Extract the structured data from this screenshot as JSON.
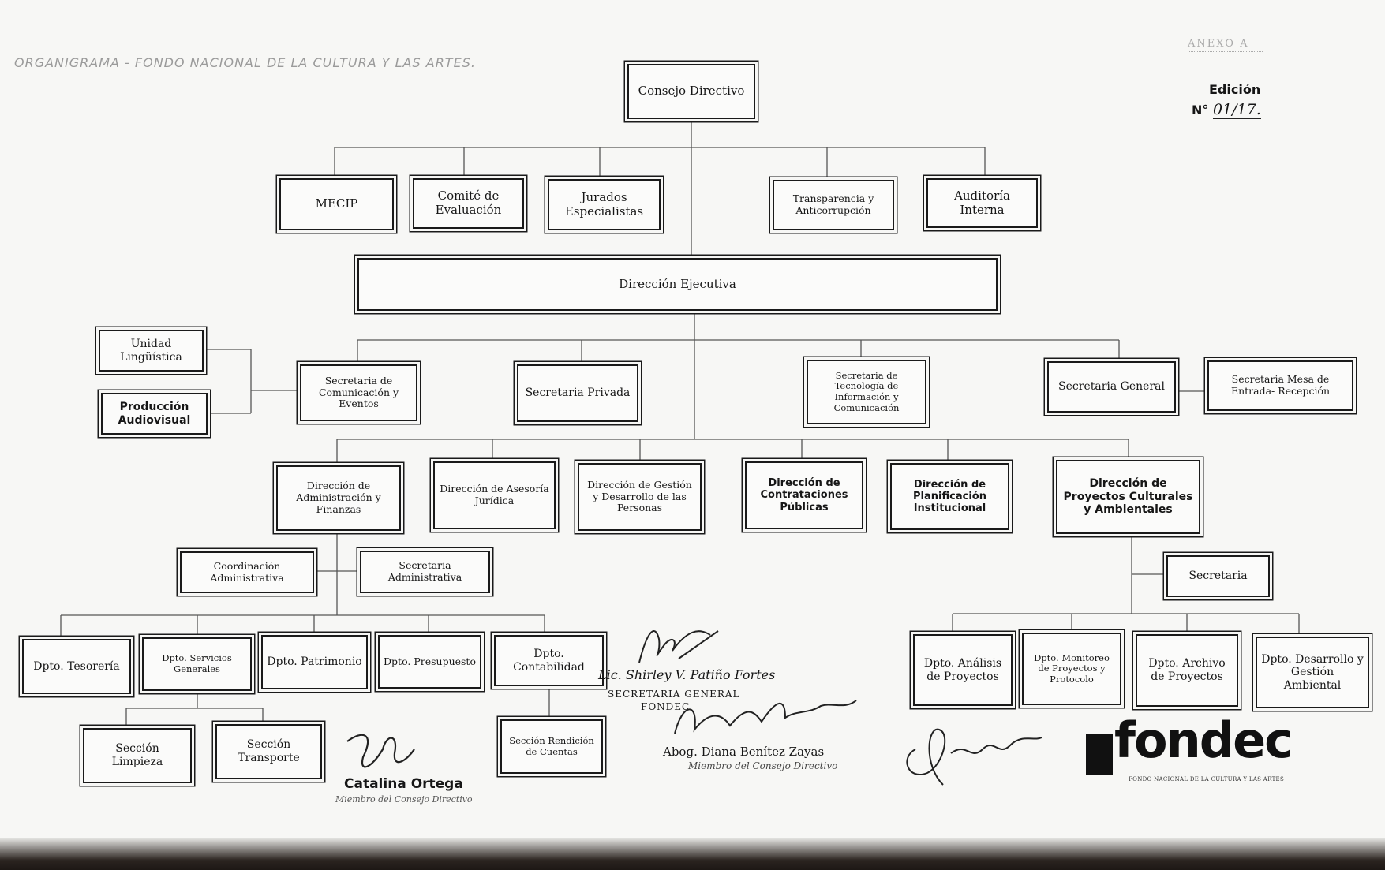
{
  "header": {
    "title": "ORGANIGRAMA - FONDO NACIONAL DE LA CULTURA Y LAS ARTES.",
    "annex": "ANEXO A",
    "edicion_label": "Edición",
    "edicion_number_prefix": "N°",
    "edicion_number": "01/17."
  },
  "chart": {
    "consejo": "Consejo Directivo",
    "mecip": "MECIP",
    "comite": "Comité de Evaluación",
    "jurados": "Jurados Especialistas",
    "transparencia": "Transparencia y Anticorrupción",
    "auditoria": "Auditoría Interna",
    "direccion_ejecutiva": "Dirección Ejecutiva",
    "unidad_linguistica": "Unidad Lingüística",
    "produccion_audiovisual": "Producción Audiovisual",
    "sec_comunicacion": "Secretaria de Comunicación y Eventos",
    "sec_privada": "Secretaria Privada",
    "sec_tecnologia": "Secretaria de Tecnología de Información y Comunicación",
    "sec_general": "Secretaria General",
    "sec_mesa_entrada": "Secretaria Mesa de Entrada- Recepción",
    "dir_admin": "Dirección de Administración y Finanzas",
    "dir_juridica": "Dirección de Asesoría Jurídica",
    "dir_gestion": "Dirección de Gestión y Desarrollo de las Personas",
    "dir_contrataciones": "Dirección de Contrataciones Públicas",
    "dir_planificacion": "Dirección de Planificación Institucional",
    "dir_proyectos": "Dirección de Proyectos Culturales y Ambientales",
    "coord_admin": "Coordinación Administrativa",
    "sec_admin": "Secretaria Administrativa",
    "secretaria": "Secretaria",
    "dpto_tesoreria": "Dpto. Tesorería",
    "dpto_servicios": "Dpto. Servicios Generales",
    "dpto_patrimonio": "Dpto. Patrimonio",
    "dpto_presupuesto": "Dpto. Presupuesto",
    "dpto_contabilidad": "Dpto. Contabilidad",
    "seccion_limpieza": "Sección Limpieza",
    "seccion_transporte": "Sección Transporte",
    "seccion_rendicion": "Sección Rendición de Cuentas",
    "dpto_analisis": "Dpto. Análisis de Proyectos",
    "dpto_monitoreo": "Dpto. Monitoreo de Proyectos y Protocolo",
    "dpto_archivo": "Dpto. Archivo de Proyectos",
    "dpto_desarrollo": "Dpto. Desarrollo y Gestión Ambiental"
  },
  "signatures": {
    "sig1_name": "Lic. Shirley V. Patiño Fortes",
    "sig1_role": "SECRETARIA GENERAL",
    "sig1_org": "FONDEC",
    "sig2_name": "Abog. Diana Benítez Zayas",
    "sig2_role": "Miembro del Consejo Directivo",
    "sig3_name": "Catalina Ortega",
    "sig3_role": "Miembro del Consejo Directivo"
  },
  "logo": {
    "word": "fondec",
    "subtitle": "FONDO NACIONAL DE LA CULTURA Y LAS ARTES"
  }
}
